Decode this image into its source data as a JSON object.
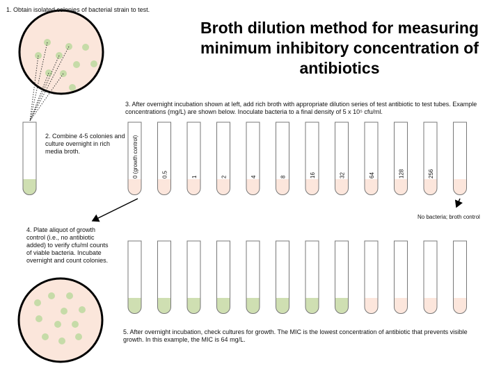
{
  "title": "Broth dilution method for measuring minimum inhibitory concentration of antibiotics",
  "step1": "1. Obtain isolated colonies of bacterial strain to test.",
  "step2": "2. Combine 4-5 colonies and culture overnight in rich media broth.",
  "step3": "3. After overnight incubation shown at left, add rich broth with appropriate dilution series of test antibiotic to test tubes.  Example concentrations (mg/L) are shown below.  Inoculate bacteria to a final density of 5 x 10⁵ cfu/ml.",
  "step4": "4. Plate aliquot of growth control (i.e., no antibiotic added) to verify cfu/ml counts of viable bacteria. Incubate overnight and count colonies.",
  "step5": "5. After overnight incubation, check cultures for growth.  The MIC is the lowest concentration of antibiotic that prevents visible growth. In this example, the MIC is 64 mg/L.",
  "broth_control_label": "No bacteria; broth control",
  "concentrations": [
    "0 (growth control)",
    "0.5",
    "1",
    "2",
    "4",
    "8",
    "16",
    "32",
    "64",
    "128",
    "256",
    ""
  ],
  "growth_after_incubation": [
    true,
    true,
    true,
    true,
    true,
    true,
    true,
    true,
    false,
    false,
    false,
    false
  ],
  "colors": {
    "plate": "#fbe6db",
    "colony": "#c6dba8",
    "growth": "#cfdfb2",
    "broth": "#fce6dc",
    "tube_outline": "#777777"
  }
}
